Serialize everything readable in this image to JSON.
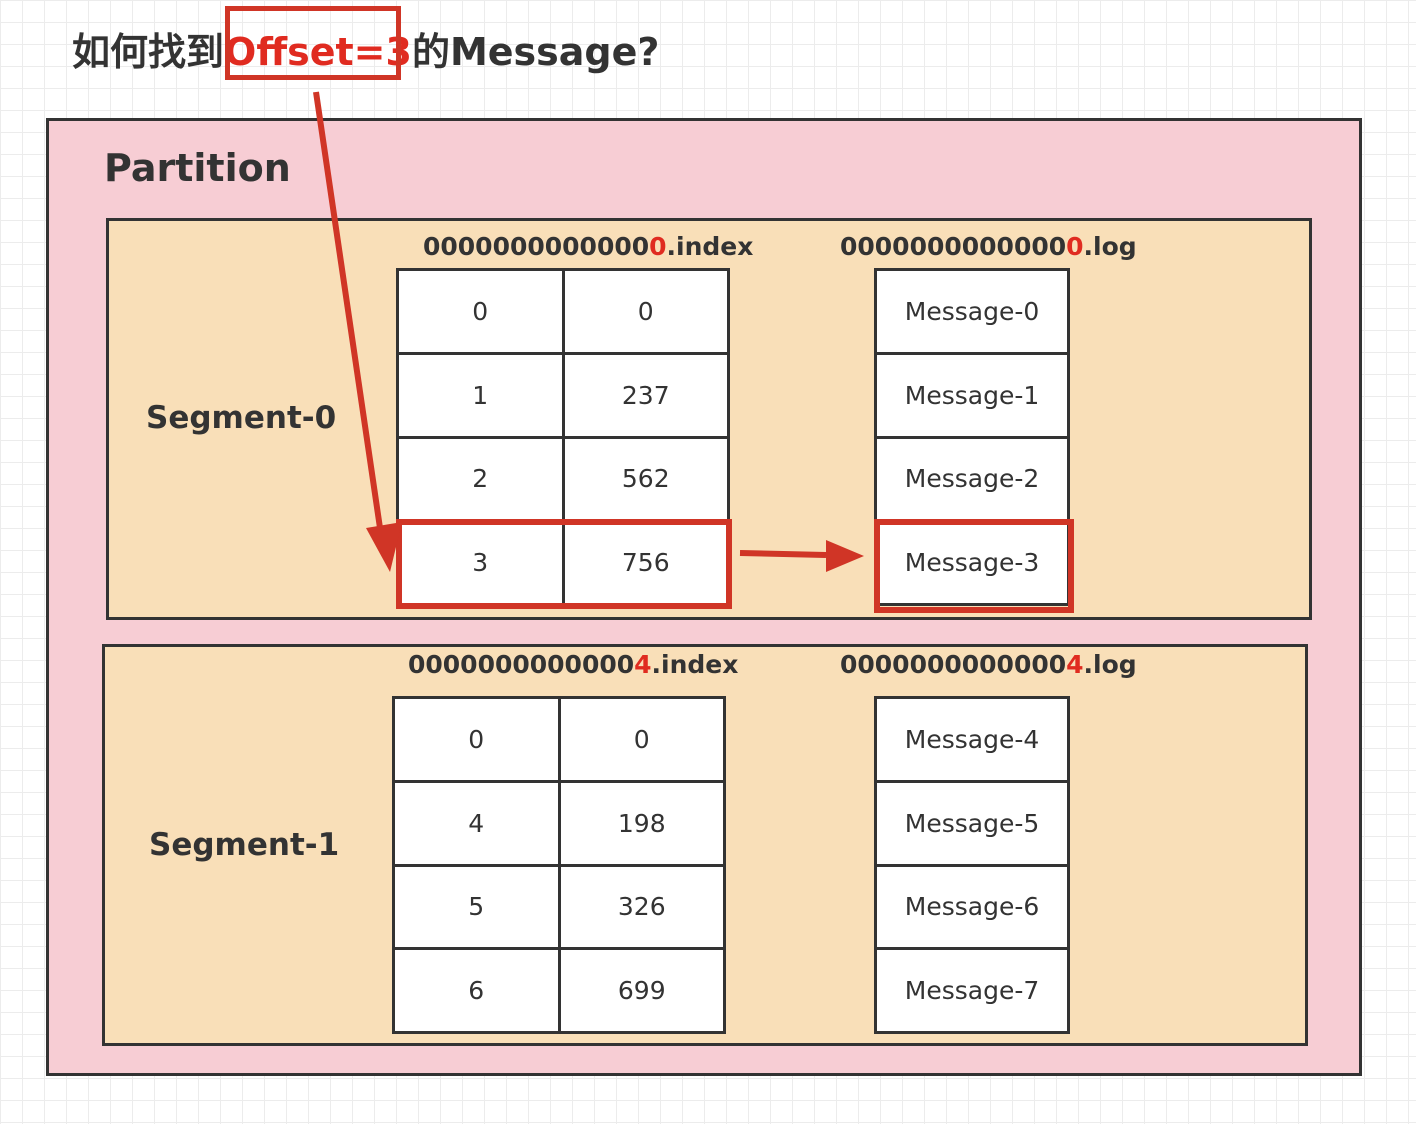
{
  "title": {
    "prefix": "如何找到",
    "highlight": "Offset=3",
    "suffix": "的Message?"
  },
  "partition": {
    "label": "Partition"
  },
  "segments": [
    {
      "label": "Segment-0",
      "index_file": {
        "prefix": "0000000000000",
        "num": "0",
        "ext": ".index"
      },
      "log_file": {
        "prefix": "0000000000000",
        "num": "0",
        "ext": ".log"
      },
      "index_rows": [
        [
          "0",
          "0"
        ],
        [
          "1",
          "237"
        ],
        [
          "2",
          "562"
        ],
        [
          "3",
          "756"
        ]
      ],
      "log_rows": [
        "Message-0",
        "Message-1",
        "Message-2",
        "Message-3"
      ]
    },
    {
      "label": "Segment-1",
      "index_file": {
        "prefix": "0000000000000",
        "num": "4",
        "ext": ".index"
      },
      "log_file": {
        "prefix": "0000000000000",
        "num": "4",
        "ext": ".log"
      },
      "index_rows": [
        [
          "0",
          "0"
        ],
        [
          "4",
          "198"
        ],
        [
          "5",
          "326"
        ],
        [
          "6",
          "699"
        ]
      ],
      "log_rows": [
        "Message-4",
        "Message-5",
        "Message-6",
        "Message-7"
      ]
    }
  ],
  "colors": {
    "partition_bg": "#f7cdd4",
    "segment_bg": "#f9dfb8",
    "highlight_red": "#d03526",
    "text_dark": "#333333"
  }
}
